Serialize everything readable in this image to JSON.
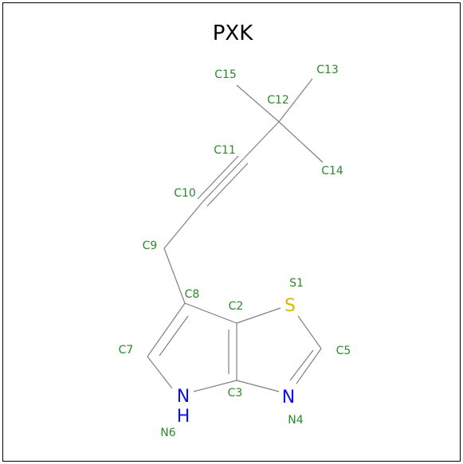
{
  "title": "PXK",
  "colors": {
    "carbon_label": "#2a8a2a",
    "nitrogen": "#1010e0",
    "sulfur": "#d8b800",
    "bond": "#808080"
  },
  "atom_labels": {
    "S1": "S1",
    "C2": "C2",
    "C3": "C3",
    "N4": "N4",
    "C5": "C5",
    "N6": "N6",
    "C7": "C7",
    "C8": "C8",
    "C9": "C9",
    "C10": "C10",
    "C11": "C11",
    "C12": "C12",
    "C13": "C13",
    "C14": "C14",
    "C15": "C15"
  },
  "element_symbols": {
    "S1": "S",
    "N4": "N",
    "N6_n": "N",
    "N6_h": "H"
  }
}
